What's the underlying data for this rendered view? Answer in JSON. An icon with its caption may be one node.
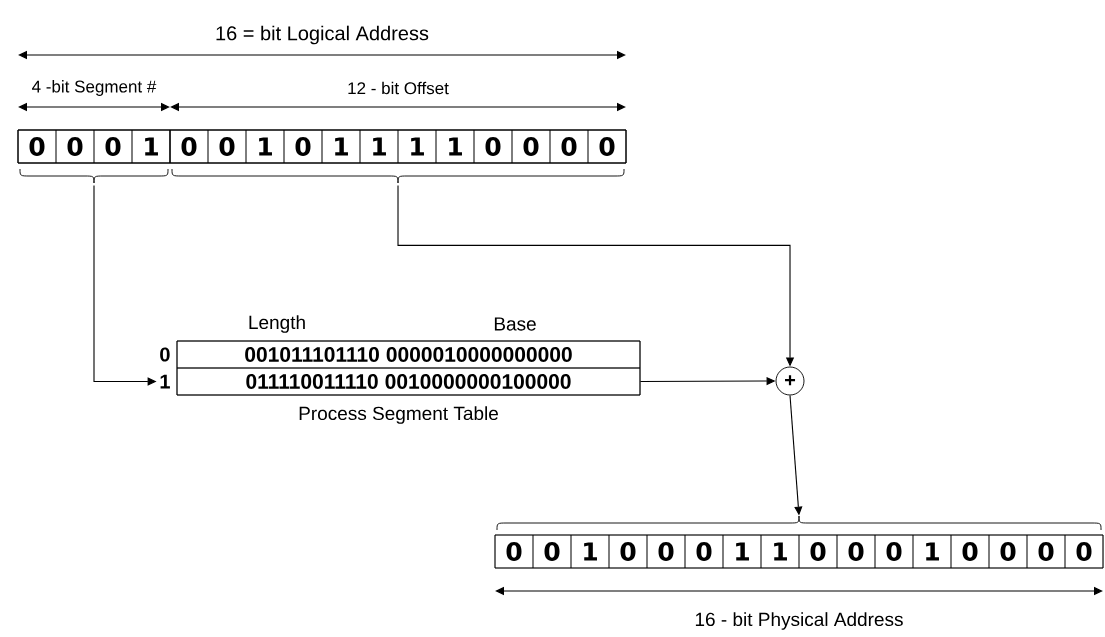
{
  "diagram": {
    "nodes": [
      {
        "text": [],
        "shape": "box"
      },
      {
        "text": [],
        "shape": "box",
        "in": 0
      },
      {
        "text": [],
        "shape": "box",
        "in": 0
      },
      {
        "text": [
          "0"
        ],
        "in": 1
      },
      {
        "text": [
          "0"
        ],
        "in": 1
      },
      {
        "text": [
          "0"
        ],
        "in": 1
      },
      {
        "text": [
          "1"
        ],
        "in": 1
      },
      {
        "text": [
          "0"
        ],
        "in": 2
      },
      {
        "text": [
          "0"
        ],
        "in": 2
      },
      {
        "text": [
          "1"
        ],
        "in": 2
      },
      {
        "text": [
          "0"
        ],
        "in": 2
      },
      {
        "text": [
          "1"
        ],
        "in": 2
      },
      {
        "text": [
          "1"
        ],
        "in": 2
      },
      {
        "text": [
          "1"
        ],
        "in": 2
      },
      {
        "text": [
          "1"
        ],
        "in": 2
      },
      {
        "text": [
          "0"
        ],
        "in": 2
      },
      {
        "text": [
          "0"
        ],
        "in": 2
      },
      {
        "text": [
          "0"
        ],
        "in": 2
      },
      {
        "text": [
          "0"
        ],
        "in": 2
      },
      {
        "text": [],
        "shape": "box",
        "beside": [
          "Process Segment Table"
        ]
      },
      {
        "text": [
          "001011101110",
          "0000010000000000"
        ],
        "in": 19,
        "beside": [
          "0"
        ]
      },
      {
        "text": [
          "011110011110",
          "0010000000100000"
        ],
        "in": 19,
        "beside": [
          "1"
        ]
      },
      {
        "text": [
          "+"
        ]
      },
      {
        "text": [],
        "shape": "box"
      },
      {
        "text": [
          "0"
        ],
        "in": 23
      },
      {
        "text": [
          "0"
        ],
        "in": 23
      },
      {
        "text": [
          "1"
        ],
        "in": 23
      },
      {
        "text": [
          "0"
        ],
        "in": 23
      },
      {
        "text": [
          "0"
        ],
        "in": 23
      },
      {
        "text": [
          "0"
        ],
        "in": 23
      },
      {
        "text": [
          "1"
        ],
        "in": 23
      },
      {
        "text": [
          "1"
        ],
        "in": 23
      },
      {
        "text": [
          "0"
        ],
        "in": 23
      },
      {
        "text": [
          "0"
        ],
        "in": 23
      },
      {
        "text": [
          "0"
        ],
        "in": 23
      },
      {
        "text": [
          "1"
        ],
        "in": 23
      },
      {
        "text": [
          "0"
        ],
        "in": 23
      },
      {
        "text": [
          "0"
        ],
        "in": 23
      },
      {
        "text": [
          "0"
        ],
        "in": 23
      },
      {
        "text": [
          "0"
        ],
        "in": 23
      }
    ],
    "edges": [
      {
        "from": 1,
        "to": 21,
        "arrow": "to"
      },
      {
        "from": 2,
        "to": 22,
        "arrow": "to"
      },
      {
        "from": 21,
        "to": 22,
        "arrow": "to"
      },
      {
        "from": 22,
        "to": 23,
        "arrow": "to"
      }
    ],
    "labels": [
      "16 = bit Logical Address",
      "4 -bit Segment #",
      "12 - bit Offset",
      "Length",
      "Base",
      "16 - bit Physical Address"
    ]
  }
}
